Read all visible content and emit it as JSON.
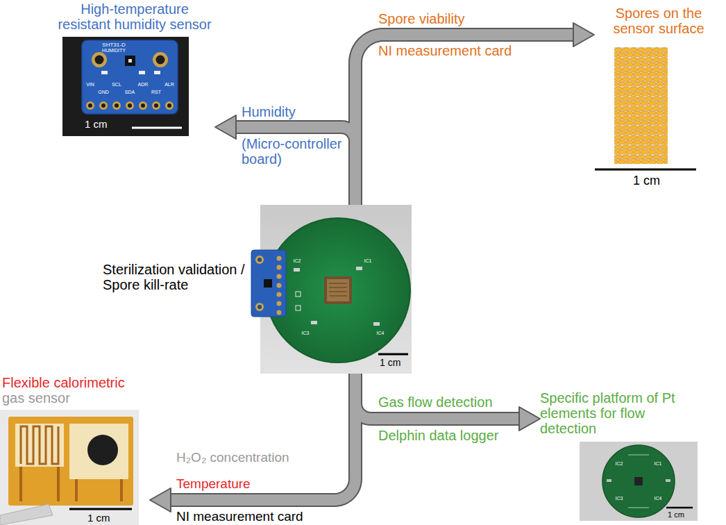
{
  "diagram": {
    "nodes": [
      {
        "text": [
          "High-temperature resistant humidity sensor"
        ]
      },
      {
        "text": [
          "Spores on the sensor surface"
        ]
      },
      {
        "text": [
          "Sterilization validation / Spore kill-rate"
        ]
      },
      {
        "text": [
          "Flexible calorimetric",
          "gas sensor"
        ]
      },
      {
        "text": [
          "Specific platform of Pt elements for flow detection"
        ]
      }
    ],
    "edges": [
      {
        "from": 2,
        "to": 0,
        "arrow": "to",
        "label": "Humidity"
      },
      {
        "from": 2,
        "to": 1,
        "arrow": "to",
        "label": "Spore viability"
      },
      {
        "from": 2,
        "to": 3,
        "arrow": "to",
        "label": "Temperature"
      },
      {
        "from": 2,
        "to": 4,
        "arrow": "to",
        "label": "Gas flow detection"
      }
    ],
    "labels": [
      "(Micro-controller board)",
      "NI measurement card",
      "H₂O₂ concentration",
      "NI measurement card",
      "Delphin data logger",
      "1 cm",
      "1 cm",
      "1 cm",
      "1 cm",
      "1 cm",
      "SHT31-D",
      "HUMIDITY",
      "VIN",
      "SCL",
      "ADR",
      "ALR",
      "GND",
      "SDA",
      "RST",
      "IC2",
      "IC1",
      "IC3",
      "IC4",
      "IC2",
      "IC1",
      "IC3",
      "IC4"
    ]
  }
}
